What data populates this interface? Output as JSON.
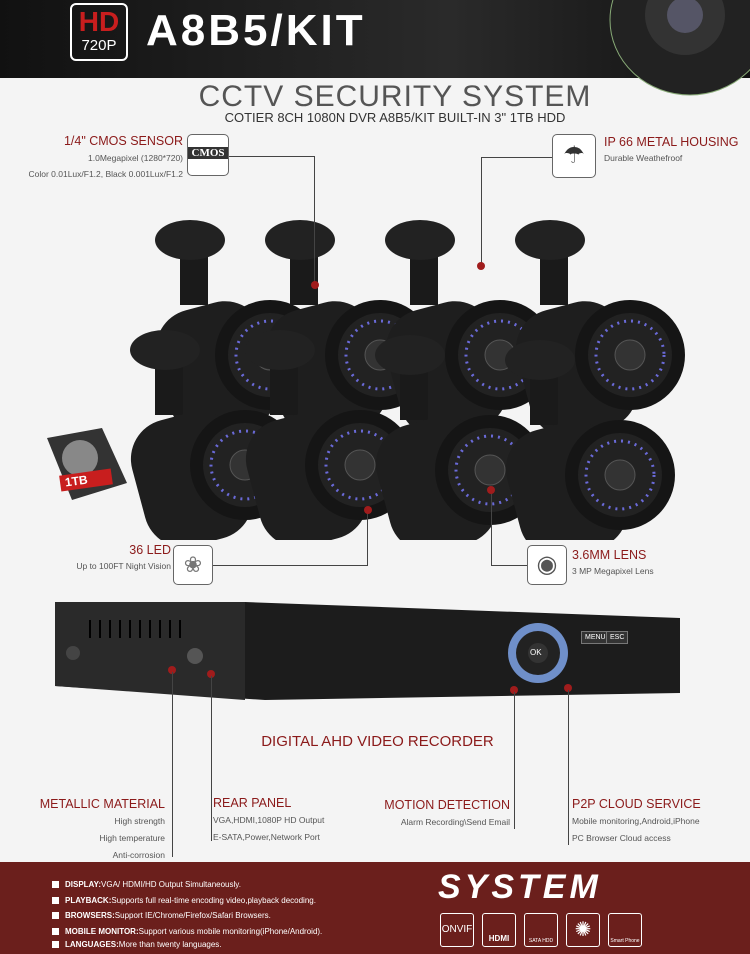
{
  "header": {
    "hd": "HD",
    "resolution": "720P",
    "model": "A8B5/KIT"
  },
  "title": "CCTV SECURITY SYSTEM",
  "subtitle": "COTIER 8CH 1080N DVR A8B5/KIT BUILT-IN 3\" 1TB HDD",
  "callouts": {
    "cmos": {
      "title": "1/4\" CMOS SENSOR",
      "lines": [
        "1.0Megapixel (1280*720)",
        "Color 0.01Lux/F1.2, Black 0.001Lux/F1.2"
      ],
      "icon_text": "CMOS"
    },
    "housing": {
      "title": "IP 66 METAL HOUSING",
      "lines": [
        "Durable Weathefroof"
      ]
    },
    "led": {
      "title": "36 LED",
      "lines": [
        "Up to 100FT Night Vision"
      ]
    },
    "lens": {
      "title": "3.6MM LENS",
      "lines": [
        "3 MP Megapixel Lens"
      ]
    },
    "metallic": {
      "title": "METALLIC MATERIAL",
      "lines": [
        "High strength",
        "High temperature",
        "Anti-corrosion"
      ]
    },
    "rear": {
      "title": "REAR PANEL",
      "lines": [
        "VGA,HDMI,1080P HD Output",
        "E-SATA,Power,Network Port"
      ]
    },
    "motion": {
      "title": "MOTION DETECTION",
      "lines": [
        "Alarm Recording\\Send Email"
      ]
    },
    "p2p": {
      "title": "P2P CLOUD SERVICE",
      "lines": [
        "Mobile monitoring,Android,iPhone",
        "PC Browser Cloud access"
      ]
    }
  },
  "hdd_label": "1TB",
  "dvr": {
    "title": "DIGITAL AHD VIDEO RECORDER",
    "buttons": [
      "MENU",
      "ESC"
    ],
    "ok": "OK"
  },
  "footer": {
    "features": [
      {
        "key": "DISPLAY:",
        "text": "VGA/ HDMI/HD Output Simultaneously."
      },
      {
        "key": "PLAYBACK:",
        "text": "Supports full real-time encoding video,playback decoding."
      },
      {
        "key": "BROWSERS:",
        "text": "Support IE/Chrome/Firefox/Safari Browsers."
      },
      {
        "key": "MOBILE MONITOR:",
        "text": "Support various mobile monitoring(iPhone/Android)."
      },
      {
        "key": "LANGUAGES:",
        "text": "More than twenty languages."
      }
    ],
    "system": "SYSTEM",
    "icons": [
      "ONVIF",
      "HDMI",
      "SATA HDD",
      "",
      "Smart Phone"
    ]
  },
  "colors": {
    "accent": "#8b1a1a",
    "footer_bg": "#6b1f1c",
    "header_bg": "#1a1a1a"
  }
}
